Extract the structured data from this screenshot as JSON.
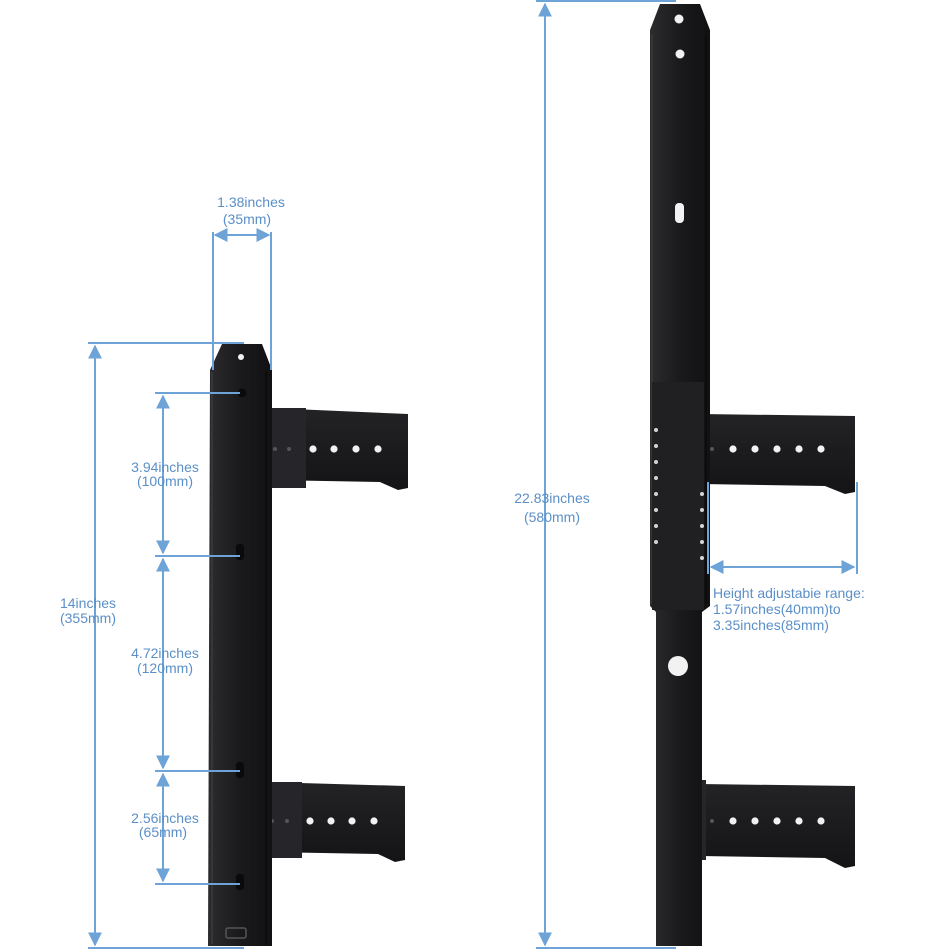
{
  "colors": {
    "dimension": "#6ea3d8",
    "dimension_text": "#5b8fc7",
    "bracket": "#1d1d1f",
    "bracket_edge": "#3a3a3d",
    "hole": "#f2f2f2"
  },
  "left_bracket": {
    "width": {
      "line1": "1.38inches",
      "line2": "(35mm)"
    },
    "height": {
      "line1": "14inches",
      "line2": "(355mm)"
    },
    "spacing_top": {
      "line1": "3.94inches",
      "line2": "(100mm)"
    },
    "spacing_mid": {
      "line1": "4.72inches",
      "line2": "(120mm)"
    },
    "spacing_bottom": {
      "line1": "2.56inches",
      "line2": "(65mm)"
    }
  },
  "right_bracket": {
    "height": {
      "line1": "22.83inches",
      "line2": "(580mm)"
    },
    "adjustable": {
      "line1": "Height adjustabie range:",
      "line2": "1.57inches(40mm)to",
      "line3": "3.35inches(85mm)"
    }
  }
}
